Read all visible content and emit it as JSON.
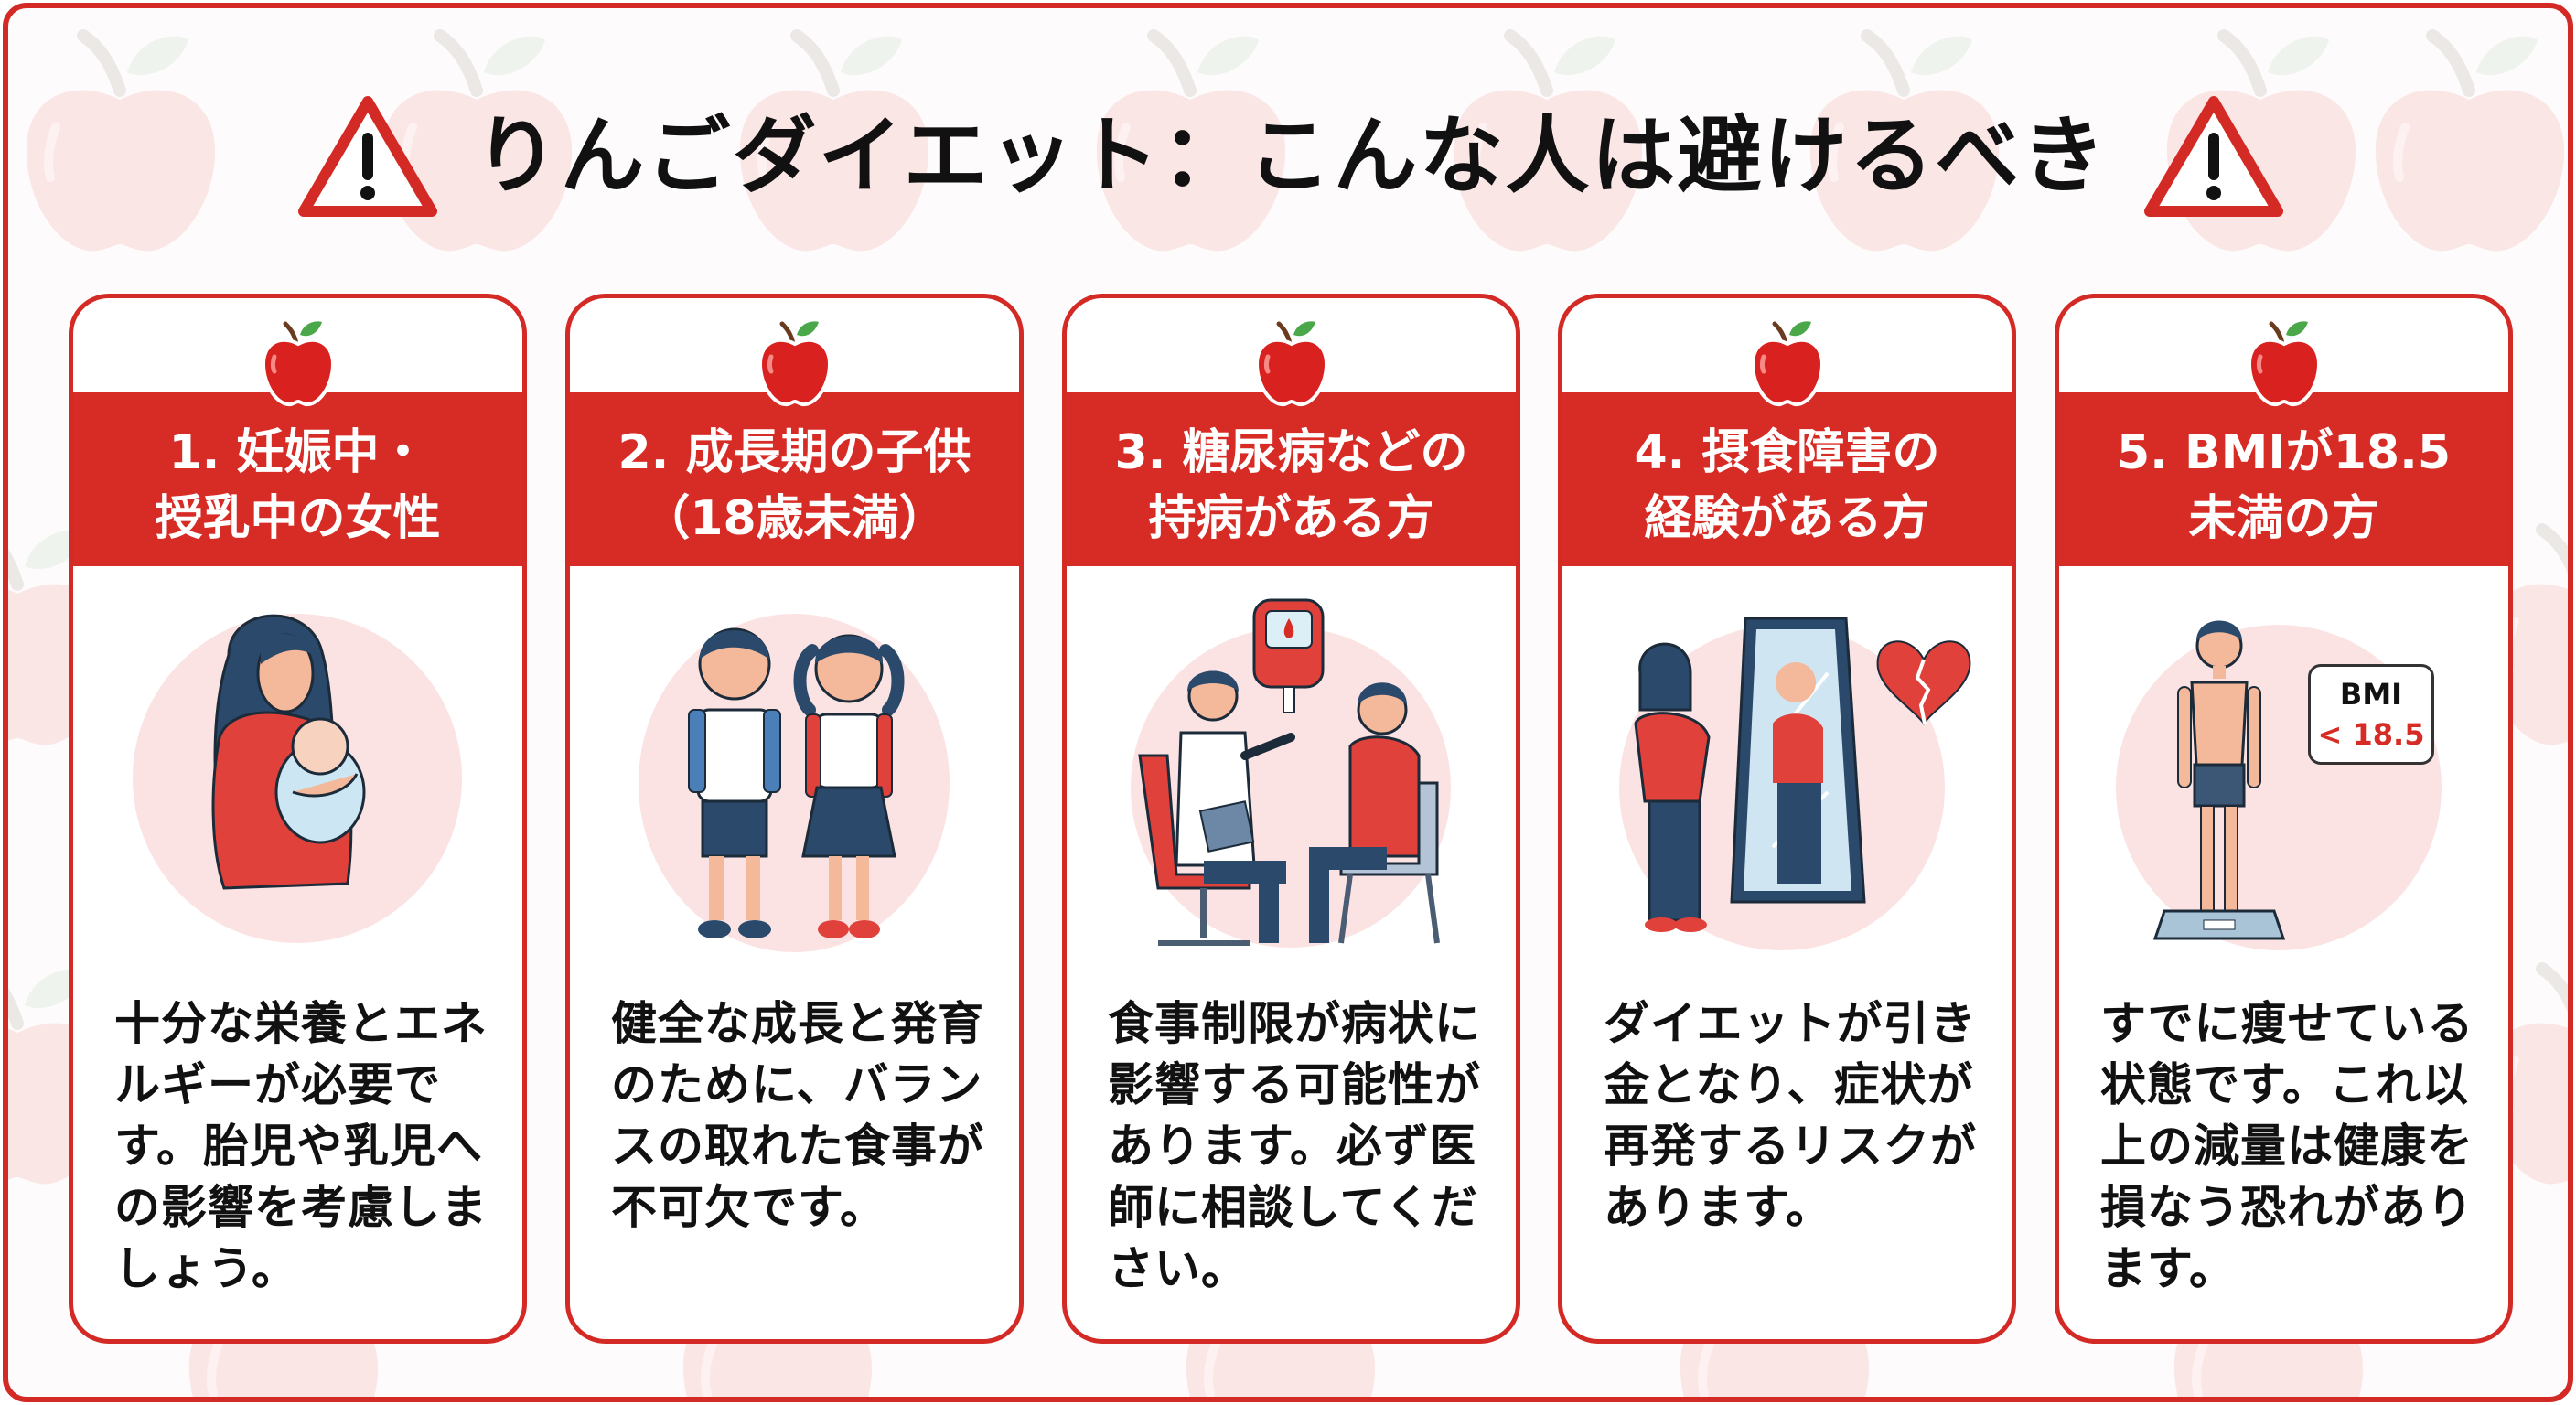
{
  "title": "りんごダイエット：こんな人は避けるべき",
  "icons": {
    "title_left": "warning-triangle-icon",
    "title_right": "warning-triangle-icon",
    "card_badge": "apple-icon"
  },
  "colors": {
    "accent_red": "#d72b25",
    "border_red": "#d42a26",
    "text": "#111111",
    "header_text": "#ffffff",
    "illustration_circle": "#fbe3e3",
    "navy": "#2b4a6b"
  },
  "cards": [
    {
      "number": "1.",
      "heading_lines": [
        "1. 妊娠中・",
        "授乳中の女性"
      ],
      "illustration": "mother-holding-baby",
      "body_lines": [
        "十分な栄養とエネ",
        "ルギーが必要で",
        "す。胎児や乳児へ",
        "の影響を考慮しま",
        "しょう。"
      ]
    },
    {
      "number": "2.",
      "heading_lines": [
        "2. 成長期の子供",
        "（18歳未満）"
      ],
      "illustration": "schoolchildren-with-backpacks",
      "body_lines": [
        "健全な成長と発育",
        "のために、バラン",
        "スの取れた食事が",
        "不可欠です。"
      ]
    },
    {
      "number": "3.",
      "heading_lines": [
        "3. 糖尿病などの",
        "持病がある方"
      ],
      "illustration": "doctor-consulting-patient-with-glucose-meter",
      "body_lines": [
        "食事制限が病状に",
        "影響する可能性が",
        "あります。必ず医",
        "師に相談してくだ",
        "さい。"
      ]
    },
    {
      "number": "4.",
      "heading_lines": [
        "4. 摂食障害の",
        "経験がある方"
      ],
      "illustration": "woman-at-mirror-with-broken-heart",
      "body_lines": [
        "ダイエットが引き",
        "金となり、症状が",
        "再発するリスクが",
        "あります。"
      ]
    },
    {
      "number": "5.",
      "heading_lines": [
        "5. BMIが18.5",
        "未満の方"
      ],
      "illustration": "thin-person-on-scale",
      "bmi_badge": {
        "label": "BMI",
        "value": "< 18.5"
      },
      "body_lines": [
        "すでに痩せている",
        "状態です。これ以",
        "上の減量は健康を",
        "損なう恐れがあり",
        "ます。"
      ]
    }
  ]
}
